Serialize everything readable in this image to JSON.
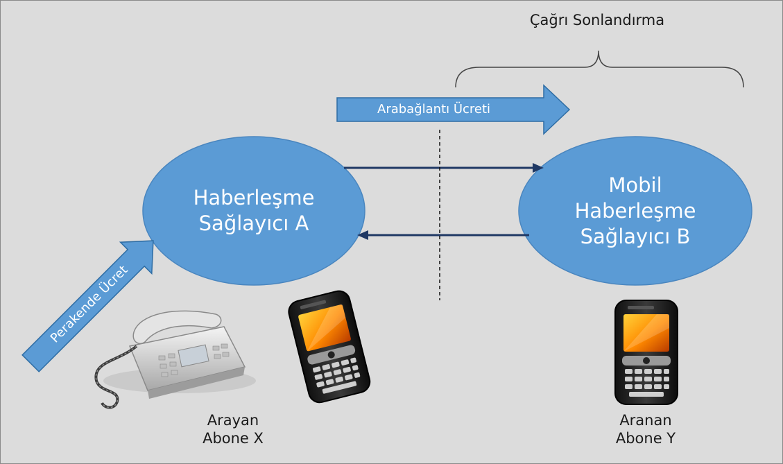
{
  "labels": {
    "termination": "Çağrı Sonlandırma",
    "interconnect_fee": "Arabağlantı Ücreti",
    "retail_fee": "Perakende Ücret"
  },
  "nodes": {
    "provider_a": {
      "line1": "Haberleşme",
      "line2": "Sağlayıcı A"
    },
    "provider_b": {
      "line1": "Mobil",
      "line2": "Haberleşme",
      "line3": "Sağlayıcı B"
    }
  },
  "subscribers": {
    "caller": {
      "line1": "Arayan",
      "line2": "Abone X"
    },
    "callee": {
      "line1": "Aranan",
      "line2": "Abone Y"
    }
  },
  "colors": {
    "background": "#dcdcdc",
    "node_fill": "#5b9bd5",
    "arrow_fill": "#5b9bd5",
    "connector": "#1f3864",
    "text_on_fill": "#ffffff",
    "text_dark": "#1a1a1a"
  },
  "icons": {
    "desk_phone": "desk-phone-icon",
    "mobile_phone": "mobile-phone-icon"
  }
}
